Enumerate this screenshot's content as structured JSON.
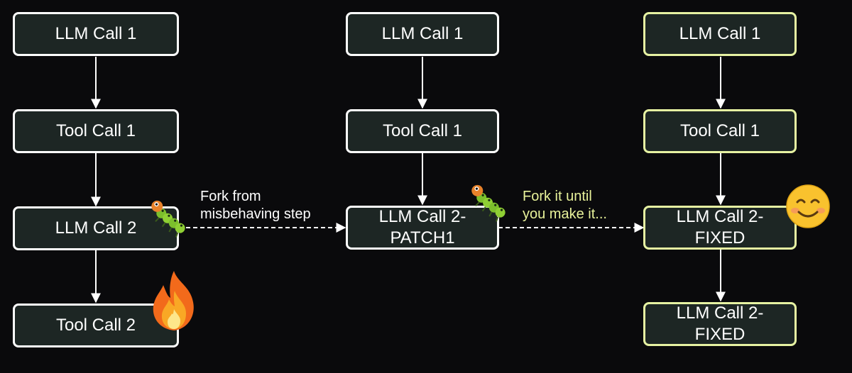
{
  "colors": {
    "background": "#0a0a0c",
    "node_fill": "#1d2624",
    "node_border": "#ffffff",
    "fixed_border": "#e6f2a2",
    "annotation_yellow": "#e8f29a"
  },
  "column1": {
    "nodes": [
      "LLM Call 1",
      "Tool Call 1",
      "LLM Call 2",
      "Tool Call 2"
    ]
  },
  "column2": {
    "nodes": [
      "LLM Call 1",
      "Tool Call 1"
    ],
    "patched_node": {
      "line1": "LLM Call 2-",
      "line2": "PATCH1"
    }
  },
  "column3": {
    "nodes": [
      "LLM Call 1",
      "Tool Call 1"
    ],
    "fixed_node": {
      "line1": "LLM Call 2-",
      "line2": "FIXED"
    },
    "fixed_node_2": {
      "line1": "LLM Call 2-",
      "line2": "FIXED"
    }
  },
  "annotations": {
    "fork1": {
      "line1": "Fork from",
      "line2": "misbehaving step"
    },
    "fork2": {
      "line1": "Fork it until",
      "line2": "you make it..."
    }
  },
  "icons": [
    "bug-icon",
    "fire-icon",
    "bug-icon",
    "smiley-icon"
  ]
}
